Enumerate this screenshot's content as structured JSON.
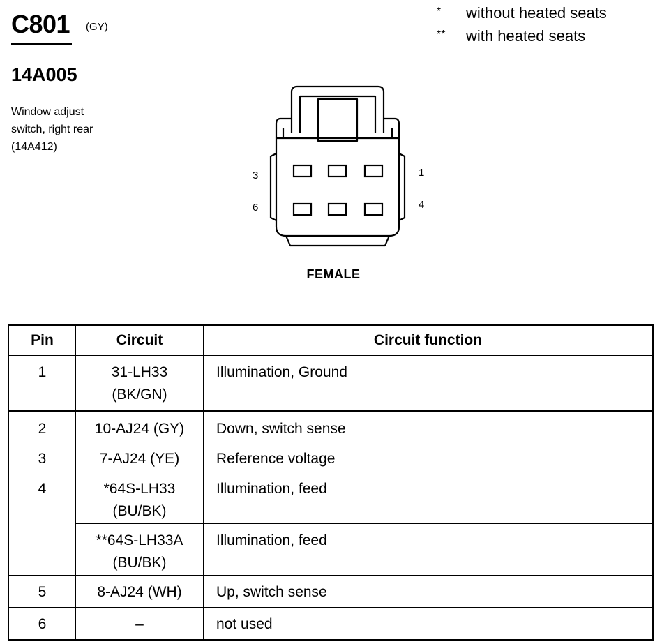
{
  "header": {
    "connector_id": "C801",
    "connector_color": "(GY)",
    "part_number": "14A005",
    "description_lines": [
      "Window adjust",
      "switch, right rear",
      "(14A412)"
    ]
  },
  "legend": [
    {
      "mark": "*",
      "text": "without heated seats"
    },
    {
      "mark": "**",
      "text": "with heated seats"
    }
  ],
  "connector": {
    "pin_labels": {
      "top_left": "3",
      "bottom_left": "6",
      "top_right": "1",
      "bottom_right": "4"
    },
    "gender": "FEMALE"
  },
  "table": {
    "headers": {
      "pin": "Pin",
      "circuit": "Circuit",
      "function": "Circuit function"
    },
    "rows": [
      {
        "pin": "1",
        "circuit": [
          "31-LH33",
          "(BK/GN)"
        ],
        "function": "Illumination, Ground"
      },
      {
        "pin": "2",
        "circuit": [
          "10-AJ24 (GY)"
        ],
        "function": "Down, switch sense"
      },
      {
        "pin": "3",
        "circuit": [
          "7-AJ24 (YE)"
        ],
        "function": "Reference voltage"
      },
      {
        "pin": "4",
        "circuit": [
          "*64S-LH33",
          "(BU/BK)"
        ],
        "function": "Illumination, feed"
      },
      {
        "pin": "",
        "circuit": [
          "**64S-LH33A",
          "(BU/BK)"
        ],
        "function": "Illumination, feed"
      },
      {
        "pin": "5",
        "circuit": [
          "8-AJ24 (WH)"
        ],
        "function": "Up, switch sense"
      },
      {
        "pin": "6",
        "circuit": [
          "–"
        ],
        "function": "not used"
      }
    ]
  }
}
